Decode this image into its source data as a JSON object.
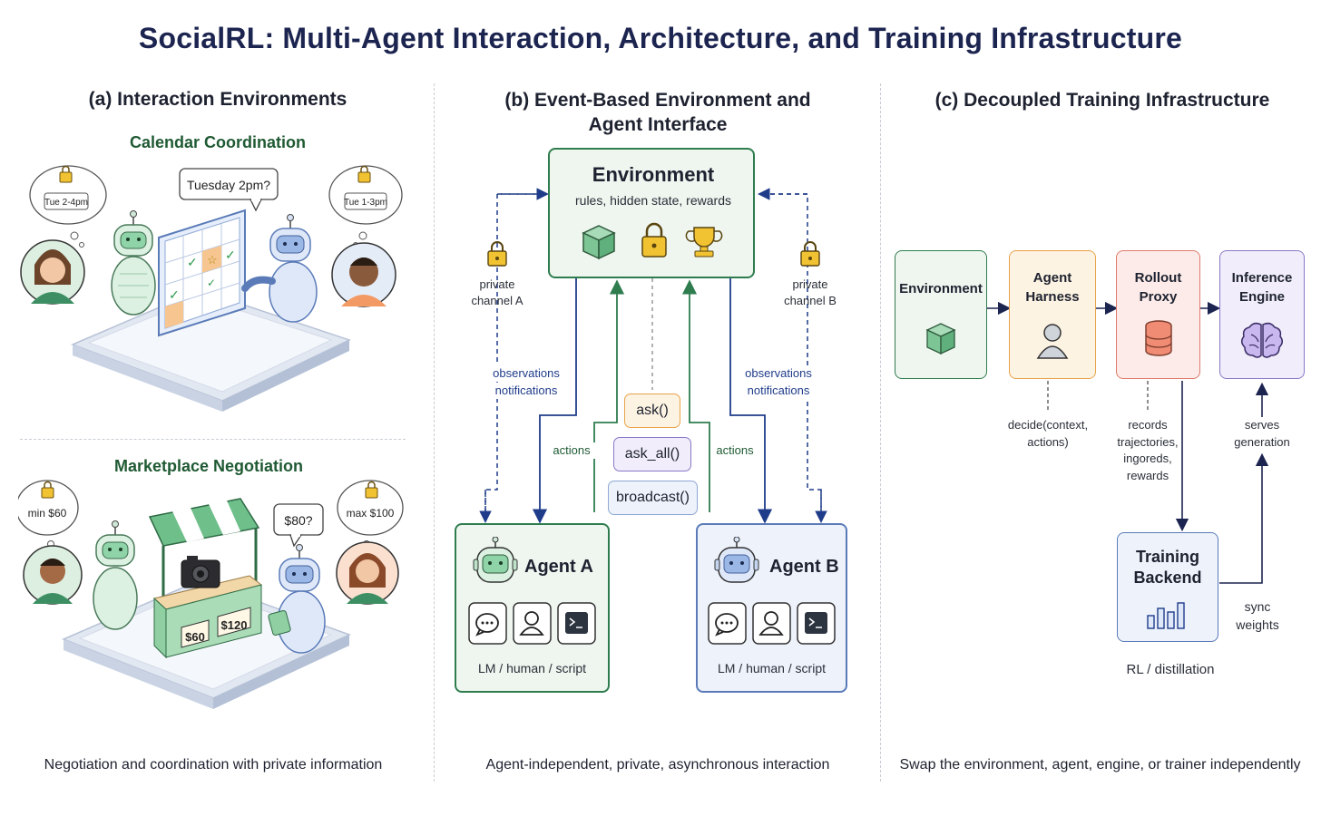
{
  "title": "SocialRL: Multi-Agent Interaction, Architecture, and Training Infrastructure",
  "panel_a": {
    "title": "(a)  Interaction Environments",
    "calendar": {
      "subtitle": "Calendar Coordination",
      "left_thought": "Tue 2-4pm",
      "right_thought": "Tue 1-3pm",
      "speech": "Tuesday 2pm?"
    },
    "marketplace": {
      "subtitle": "Marketplace Negotiation",
      "left_thought": "min $60",
      "right_thought": "max $100",
      "speech": "$80?",
      "tag_1": "$60",
      "tag_2": "$120"
    },
    "footer": "Negotiation and coordination with private information"
  },
  "panel_b": {
    "title_line1": "(b)  Event-Based Environment and",
    "title_line2": "Agent Interface",
    "env_title": "Environment",
    "env_subtitle": "rules, hidden state, rewards",
    "private_a_line1": "private",
    "private_a_line2": "channel A",
    "private_b_line1": "private",
    "private_b_line2": "channel B",
    "obs_line1": "observations",
    "obs_line2": "notifications",
    "actions": "actions",
    "ask": "ask()",
    "ask_all": "ask_all()",
    "broadcast": "broadcast()",
    "agent_a": "Agent A",
    "agent_b": "Agent B",
    "agent_kinds": "LM / human / script",
    "footer": "Agent-independent, private, asynchronous interaction"
  },
  "panel_c": {
    "title": "(c)  Decoupled Training Infrastructure",
    "env": "Environment",
    "harness_line1": "Agent",
    "harness_line2": "Harness",
    "proxy_line1": "Rollout",
    "proxy_line2": "Proxy",
    "engine_line1": "Inference",
    "engine_line2": "Engine",
    "decide_line1": "decide(context,",
    "decide_line2": "actions)",
    "records_line1": "records",
    "records_line2": "trajectories,",
    "records_line3": "ingoreds,",
    "records_line4": "rewards",
    "serves_line1": "serves",
    "serves_line2": "generation",
    "backend_line1": "Training",
    "backend_line2": "Backend",
    "sync_line1": "sync",
    "sync_line2": "weights",
    "rl": "RL / distillation",
    "footer": "Swap the environment, agent, engine, or trainer independently"
  },
  "colors": {
    "title": "#1c2450",
    "green": "#2f7d4f",
    "green_fill": "#eef6ef",
    "blue": "#1f3c8a",
    "blue_fill": "#edf2fb",
    "orange": "#e8a24a",
    "orange_fill": "#fdf3e2",
    "purple": "#8b78c8",
    "purple_fill": "#f1edfa",
    "red": "#e07a6c",
    "red_fill": "#fcebe8"
  }
}
